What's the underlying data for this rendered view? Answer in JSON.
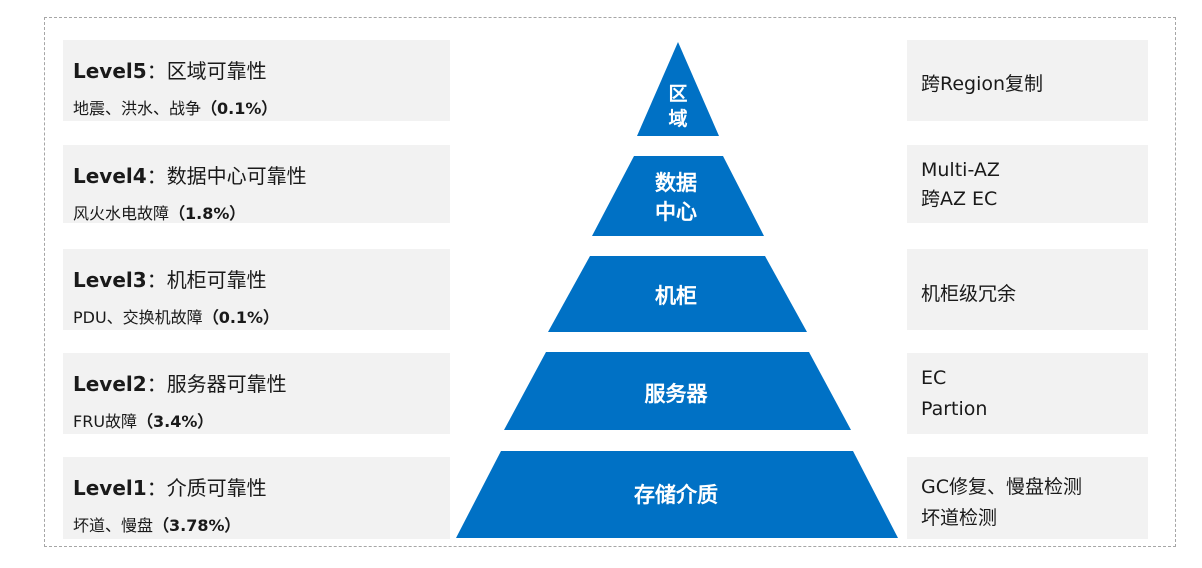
{
  "colors": {
    "pyramid_blue": "#0071c5",
    "box_gray": "#f2f2f2",
    "text_dark": "#1a1a1a",
    "frame_border": "#a6a6a6"
  },
  "levels": [
    {
      "name": "Level5",
      "sep": "：",
      "title": "区域可靠性",
      "desc": "地震、洪水、战争",
      "pct": "（0.1%）"
    },
    {
      "name": "Level4",
      "sep": "：",
      "title": "数据中心可靠性",
      "desc": "风火水电故障",
      "pct": "（1.8%）"
    },
    {
      "name": "Level3",
      "sep": "：",
      "title": "机柜可靠性",
      "desc": "PDU、交换机故障",
      "pct": "（0.1%）"
    },
    {
      "name": "Level2",
      "sep": "：",
      "title": "服务器可靠性",
      "desc": "FRU故障",
      "pct": "（3.4%）"
    },
    {
      "name": "Level1",
      "sep": "：",
      "title": "介质可靠性",
      "desc": "坏道、慢盘",
      "pct": "（3.78%）"
    }
  ],
  "pyramid": {
    "tiers": [
      {
        "lines": [
          "区",
          "域"
        ]
      },
      {
        "lines": [
          "数据",
          "中心"
        ]
      },
      {
        "lines": [
          "机柜"
        ]
      },
      {
        "lines": [
          "服务器"
        ]
      },
      {
        "lines": [
          "存储介质"
        ]
      }
    ]
  },
  "solutions": [
    {
      "lines": [
        "跨Region复制"
      ]
    },
    {
      "lines": [
        "Multi-AZ",
        "跨AZ EC"
      ]
    },
    {
      "lines": [
        "机柜级冗余"
      ]
    },
    {
      "lines": [
        "EC",
        "Partion"
      ]
    },
    {
      "lines": [
        "GC修复、慢盘检测",
        "坏道检测"
      ]
    }
  ]
}
